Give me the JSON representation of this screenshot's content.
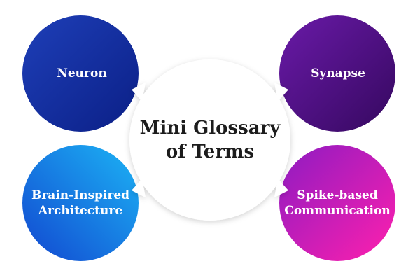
{
  "center": {
    "title_line1": "Mini Glossary",
    "title_line2": "of Terms"
  },
  "terms": {
    "top_left": "Neuron",
    "top_right": "Synapse",
    "bottom_left": "Brain-Inspired\nArchitecture",
    "bottom_right": "Spike-based\nCommunication"
  },
  "colors": {
    "top_left": [
      "#1e3fb8",
      "#0b1f86"
    ],
    "top_right": [
      "#5a1595",
      "#3a0a6e"
    ],
    "bottom_left": [
      "#1aa3f0",
      "#1456d9"
    ],
    "bottom_right": [
      "#9b1fc4",
      "#ff1fb0"
    ]
  }
}
